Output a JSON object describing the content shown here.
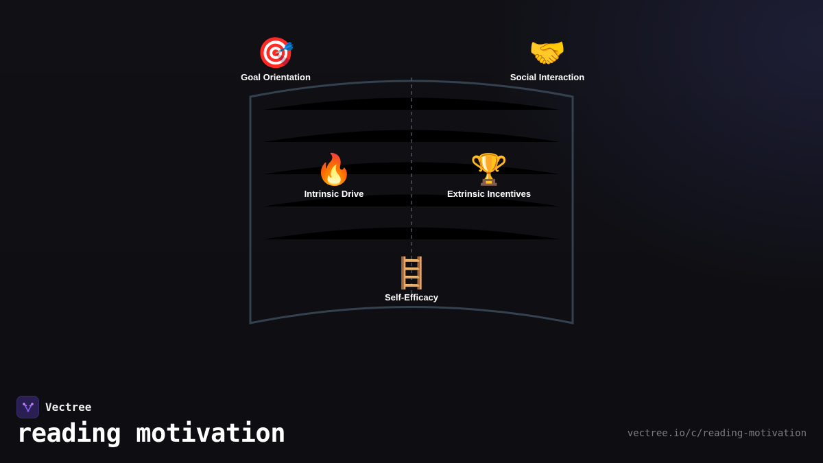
{
  "diagram": {
    "nodes": [
      {
        "id": "goal",
        "icon": "🎯",
        "icon_name": "target-icon",
        "label": "Goal Orientation"
      },
      {
        "id": "social",
        "icon": "🤝",
        "icon_name": "handshake-icon",
        "label": "Social Interaction"
      },
      {
        "id": "intrinsic",
        "icon": "🔥",
        "icon_name": "fire-icon",
        "label": "Intrinsic Drive"
      },
      {
        "id": "extrinsic",
        "icon": "🏆",
        "icon_name": "trophy-icon",
        "label": "Extrinsic Incentives"
      },
      {
        "id": "selfefficacy",
        "icon": "🪜",
        "icon_name": "ladder-icon",
        "label": "Self-Efficacy"
      }
    ],
    "colors": {
      "frame": "#34414f",
      "page_curve": "#000000",
      "spine": "#4a5563"
    }
  },
  "brand": {
    "name": "Vectree",
    "logo_icon": "vectree-logo-icon"
  },
  "footer": {
    "title": "reading motivation",
    "url": "vectree.io/c/reading-motivation"
  }
}
